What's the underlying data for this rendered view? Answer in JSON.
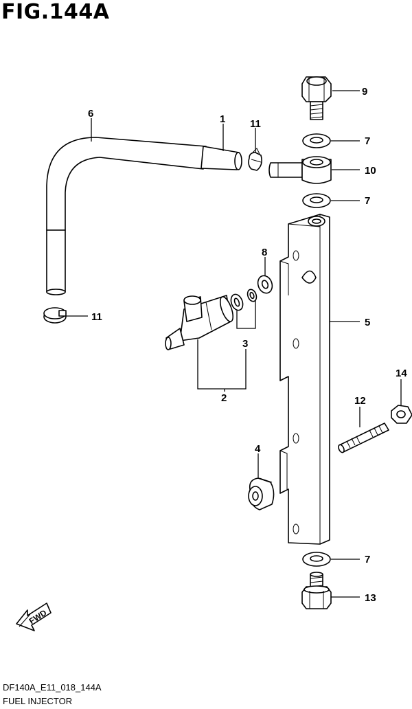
{
  "figure": {
    "title": "FIG.144A",
    "model_code": "DF140A_E11_018_144A",
    "caption": "FUEL INJECTOR"
  },
  "direction_badge": "FWD",
  "callouts": {
    "c1": "1",
    "c2": "2",
    "c3": "3",
    "c4": "4",
    "c5": "5",
    "c6": "6",
    "c7a": "7",
    "c7b": "7",
    "c7c": "7",
    "c8": "8",
    "c9": "9",
    "c10": "10",
    "c11a": "11",
    "c11b": "11",
    "c12": "12",
    "c13": "13",
    "c14": "14"
  }
}
